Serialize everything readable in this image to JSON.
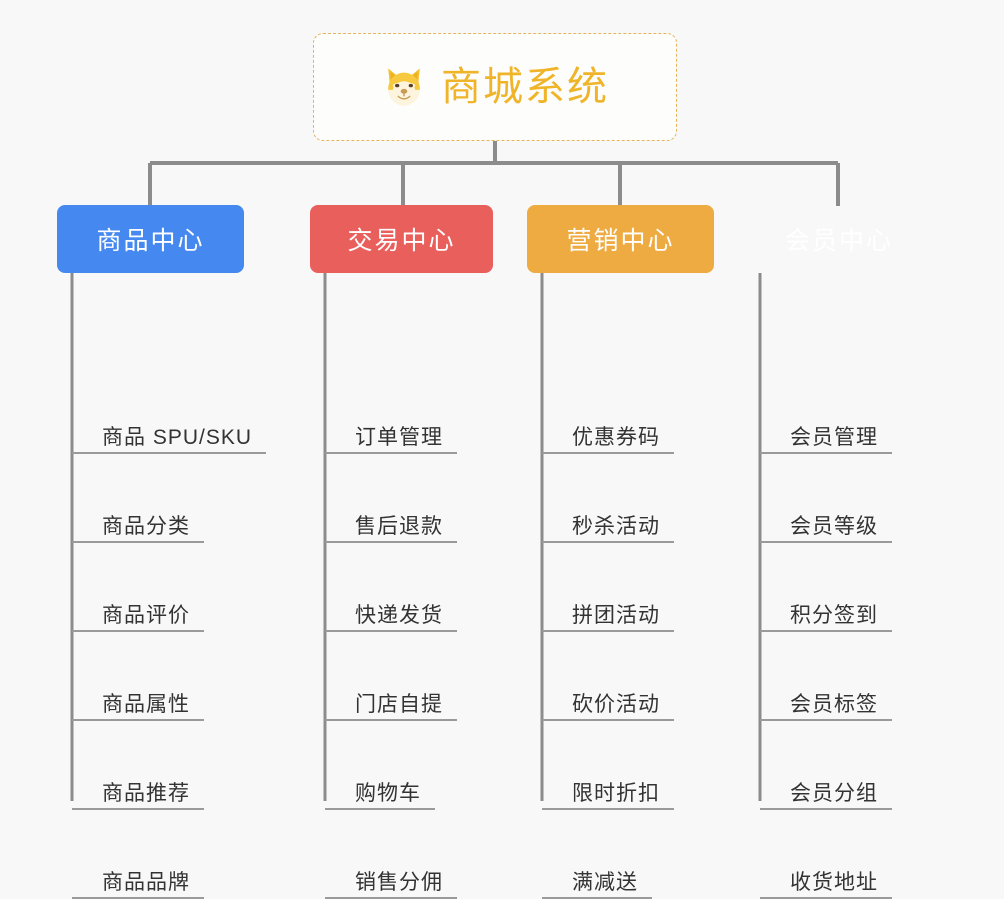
{
  "diagram": {
    "type": "mindmap-tree",
    "background_color": "#f8f8f8",
    "root": {
      "title": "商城系统",
      "icon": "shiba-dog-face-icon",
      "text_color": "#f0b429",
      "border_color": "#e6b45a",
      "border_style": "dashed",
      "fill_color": "#fdfdfb"
    },
    "connector_color": "#8c8c8c",
    "leaf_underline_color": "#9a9a9a",
    "branches": [
      {
        "label": "商品中心",
        "color": "#4589f0",
        "items": [
          "商品 SPU/SKU",
          "商品分类",
          "商品评价",
          "商品属性",
          "商品推荐",
          "商品品牌"
        ]
      },
      {
        "label": "交易中心",
        "color": "#e95f5c",
        "items": [
          "订单管理",
          "售后退款",
          "快递发货",
          "门店自提",
          "购物车",
          "销售分佣"
        ]
      },
      {
        "label": "营销中心",
        "color": "#eeab41",
        "items": [
          "优惠券码",
          "秒杀活动",
          "拼团活动",
          "砍价活动",
          "限时折扣",
          "满减送"
        ]
      },
      {
        "label": "会员中心",
        "color": "#79c council",
        "items": [
          "会员管理",
          "会员等级",
          "积分签到",
          "会员标签",
          "会员分组",
          "收货地址"
        ]
      }
    ]
  }
}
